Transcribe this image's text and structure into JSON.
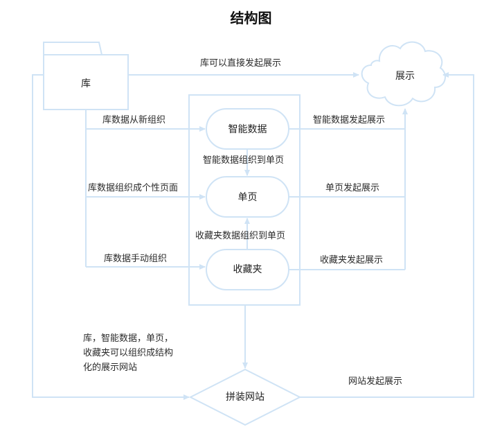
{
  "title": "结构图",
  "nodes": {
    "library": "库",
    "display": "展示",
    "smart_data": "智能数据",
    "single_page": "单页",
    "favorites": "收藏夹",
    "assemble_site": "拼装网站"
  },
  "edges": {
    "lib_to_display": "库可以直接发起展示",
    "lib_to_smart": "库数据从新组织",
    "lib_to_page": "库数据组织成个性页面",
    "lib_to_fav": "库数据手动组织",
    "smart_to_page": "智能数据组织到单页",
    "fav_to_page": "收藏夹数据组织到单页",
    "smart_to_display": "智能数据发起展示",
    "page_to_display": "单页发起展示",
    "fav_to_display": "收藏夹发起展示",
    "site_to_display": "网站发起展示"
  },
  "note": {
    "line1": "库，智能数据，单页，",
    "line2": "收藏夹可以组织成结构",
    "line3": "化的展示网站"
  },
  "colors": {
    "stroke": "#cfe3f5",
    "fill": "#ffffff",
    "text": "#222222"
  }
}
